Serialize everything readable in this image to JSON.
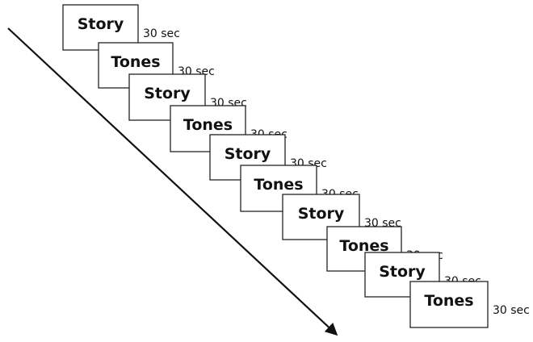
{
  "colors": {
    "ink": "#111111",
    "background": "#ffffff"
  },
  "blocks": [
    {
      "label": "Story",
      "duration": "30 sec"
    },
    {
      "label": "Tones",
      "duration": "30 sec"
    },
    {
      "label": "Story",
      "duration": "30 sec"
    },
    {
      "label": "Tones",
      "duration": "30 sec"
    },
    {
      "label": "Story",
      "duration": "30 sec"
    },
    {
      "label": "Tones",
      "duration": "30 sec"
    },
    {
      "label": "Story",
      "duration": "30 sec"
    },
    {
      "label": "Tones",
      "duration": "30 sec"
    },
    {
      "label": "Story",
      "duration": "30 sec"
    },
    {
      "label": "Tones",
      "duration": "30 sec"
    }
  ]
}
